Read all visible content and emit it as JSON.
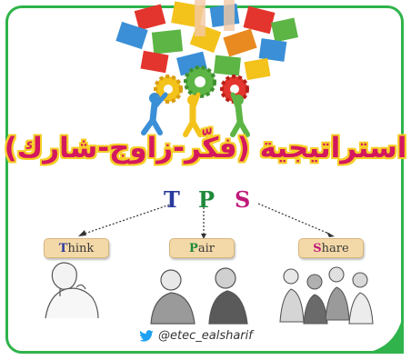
{
  "title": "استراتيجية (فكّر-زاوج-شارك)",
  "acronym": {
    "t": "T",
    "p": "P",
    "s": "S"
  },
  "steps": [
    {
      "first": "T",
      "rest": "hink"
    },
    {
      "first": "P",
      "rest": "air"
    },
    {
      "first": "S",
      "rest": "hare"
    }
  ],
  "footer": {
    "handle": "@etec_ealsharif"
  },
  "colors": {
    "border": "#2fb34a",
    "title": "#d4185e",
    "title_outline": "#f6cf26",
    "t": "#2b3a9e",
    "p": "#1e8a3a",
    "s": "#c0197a",
    "label_bg": "#f4d9a8"
  }
}
